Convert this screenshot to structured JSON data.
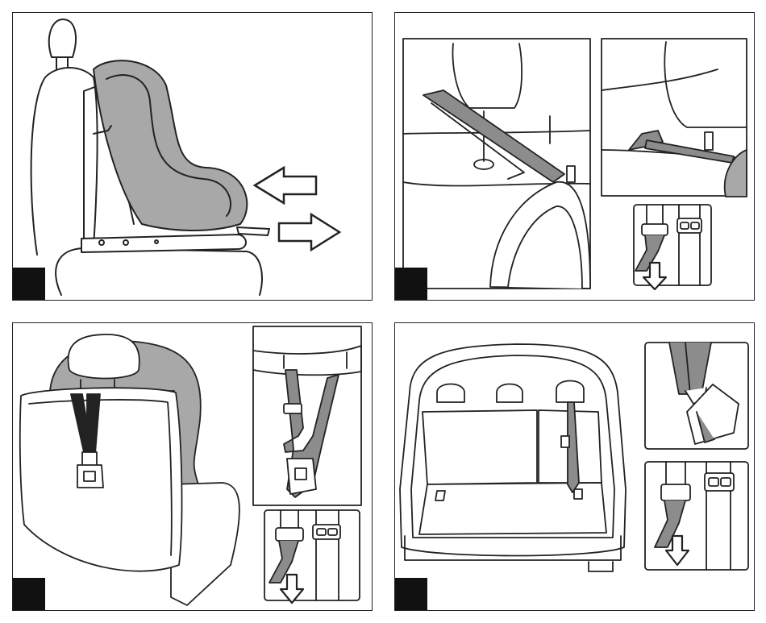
{
  "figure": {
    "panels": [
      {
        "step": "",
        "subject": "child-seat-sliding-on-vehicle-seat"
      },
      {
        "step": "",
        "subject": "top-tether-over-headrest"
      },
      {
        "step": "",
        "subject": "top-tether-behind-seatback"
      },
      {
        "step": "",
        "subject": "top-tether-anchor-in-boot"
      }
    ]
  },
  "colors": {
    "line": "#222222",
    "seat_fabric": "#a8a8a8",
    "strap": "#8c8c8c",
    "badge": "#111111"
  }
}
